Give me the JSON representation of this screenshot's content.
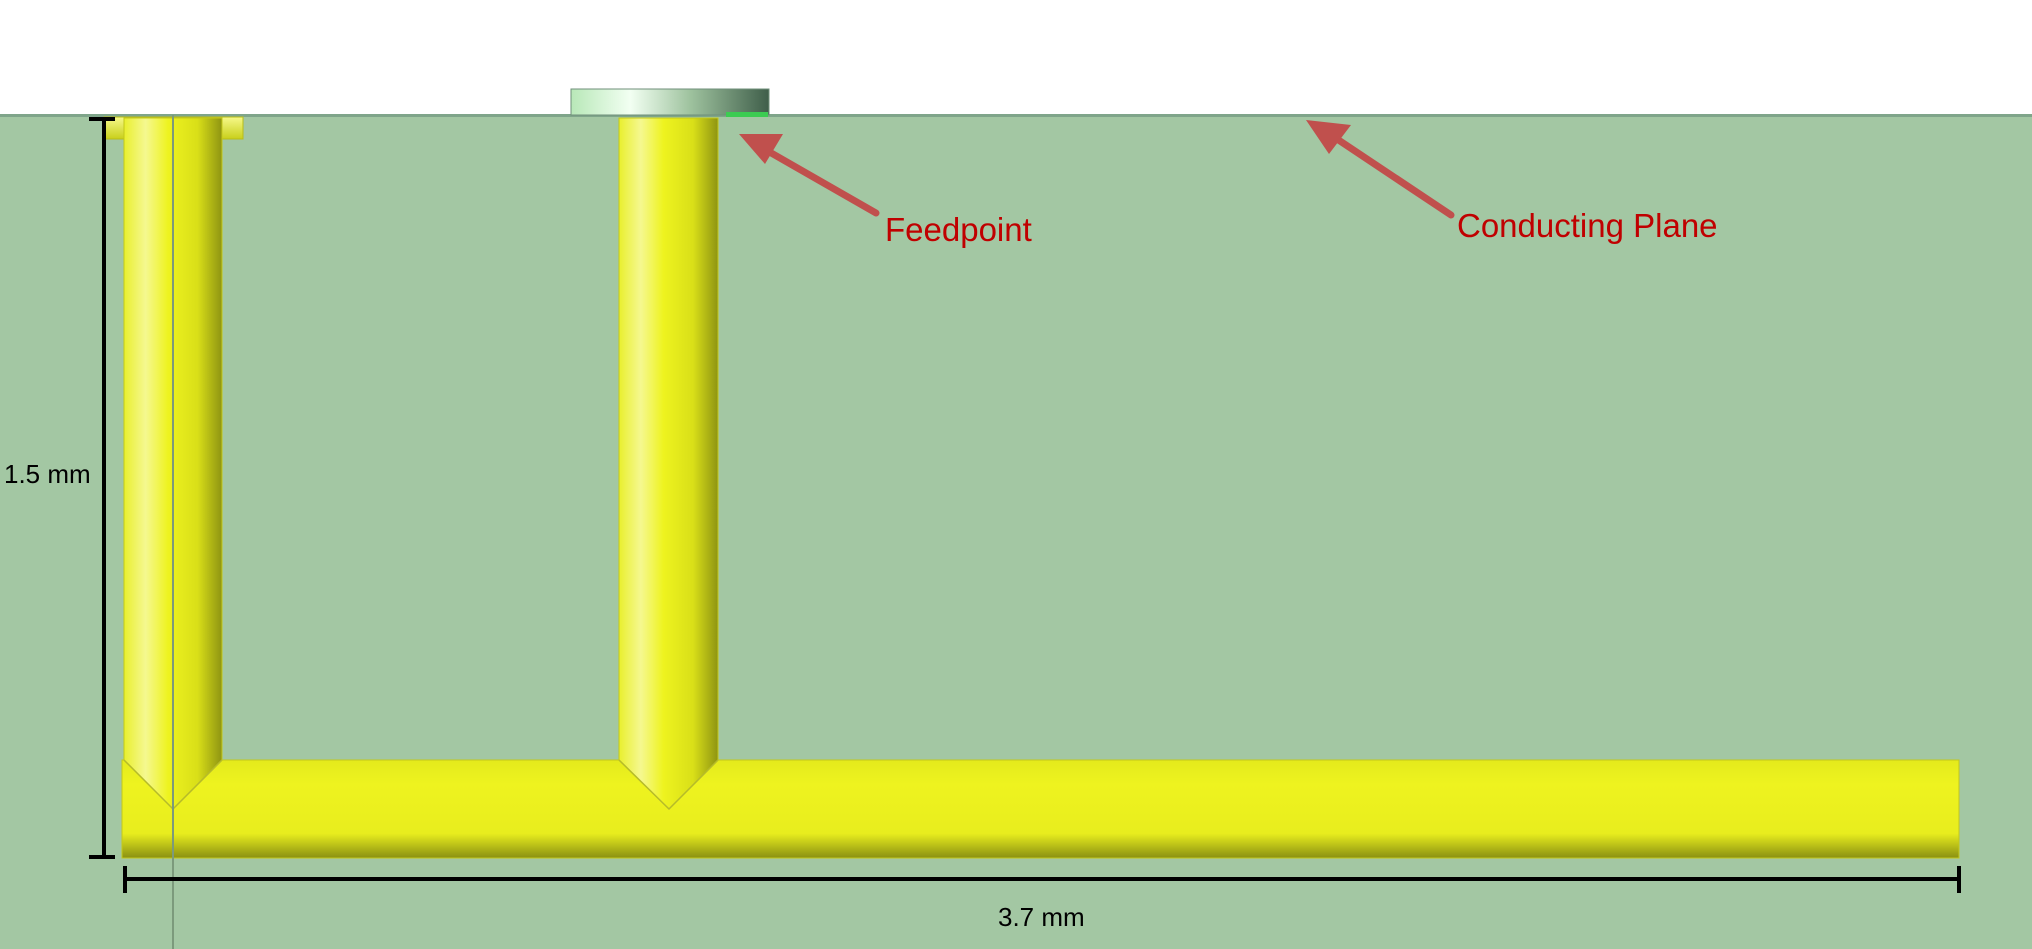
{
  "annotations": {
    "feedpoint": "Feedpoint",
    "conducting_plane": "Conducting Plane"
  },
  "dimensions": {
    "height": "1.5 mm",
    "width": "3.7 mm"
  },
  "colors": {
    "background": "#a3c7a3",
    "sky": "#ffffff",
    "antenna": "#eef31f",
    "annotation_text": "#c00000",
    "annotation_arrow": "#c0504d",
    "dimension_lines": "#000000"
  }
}
